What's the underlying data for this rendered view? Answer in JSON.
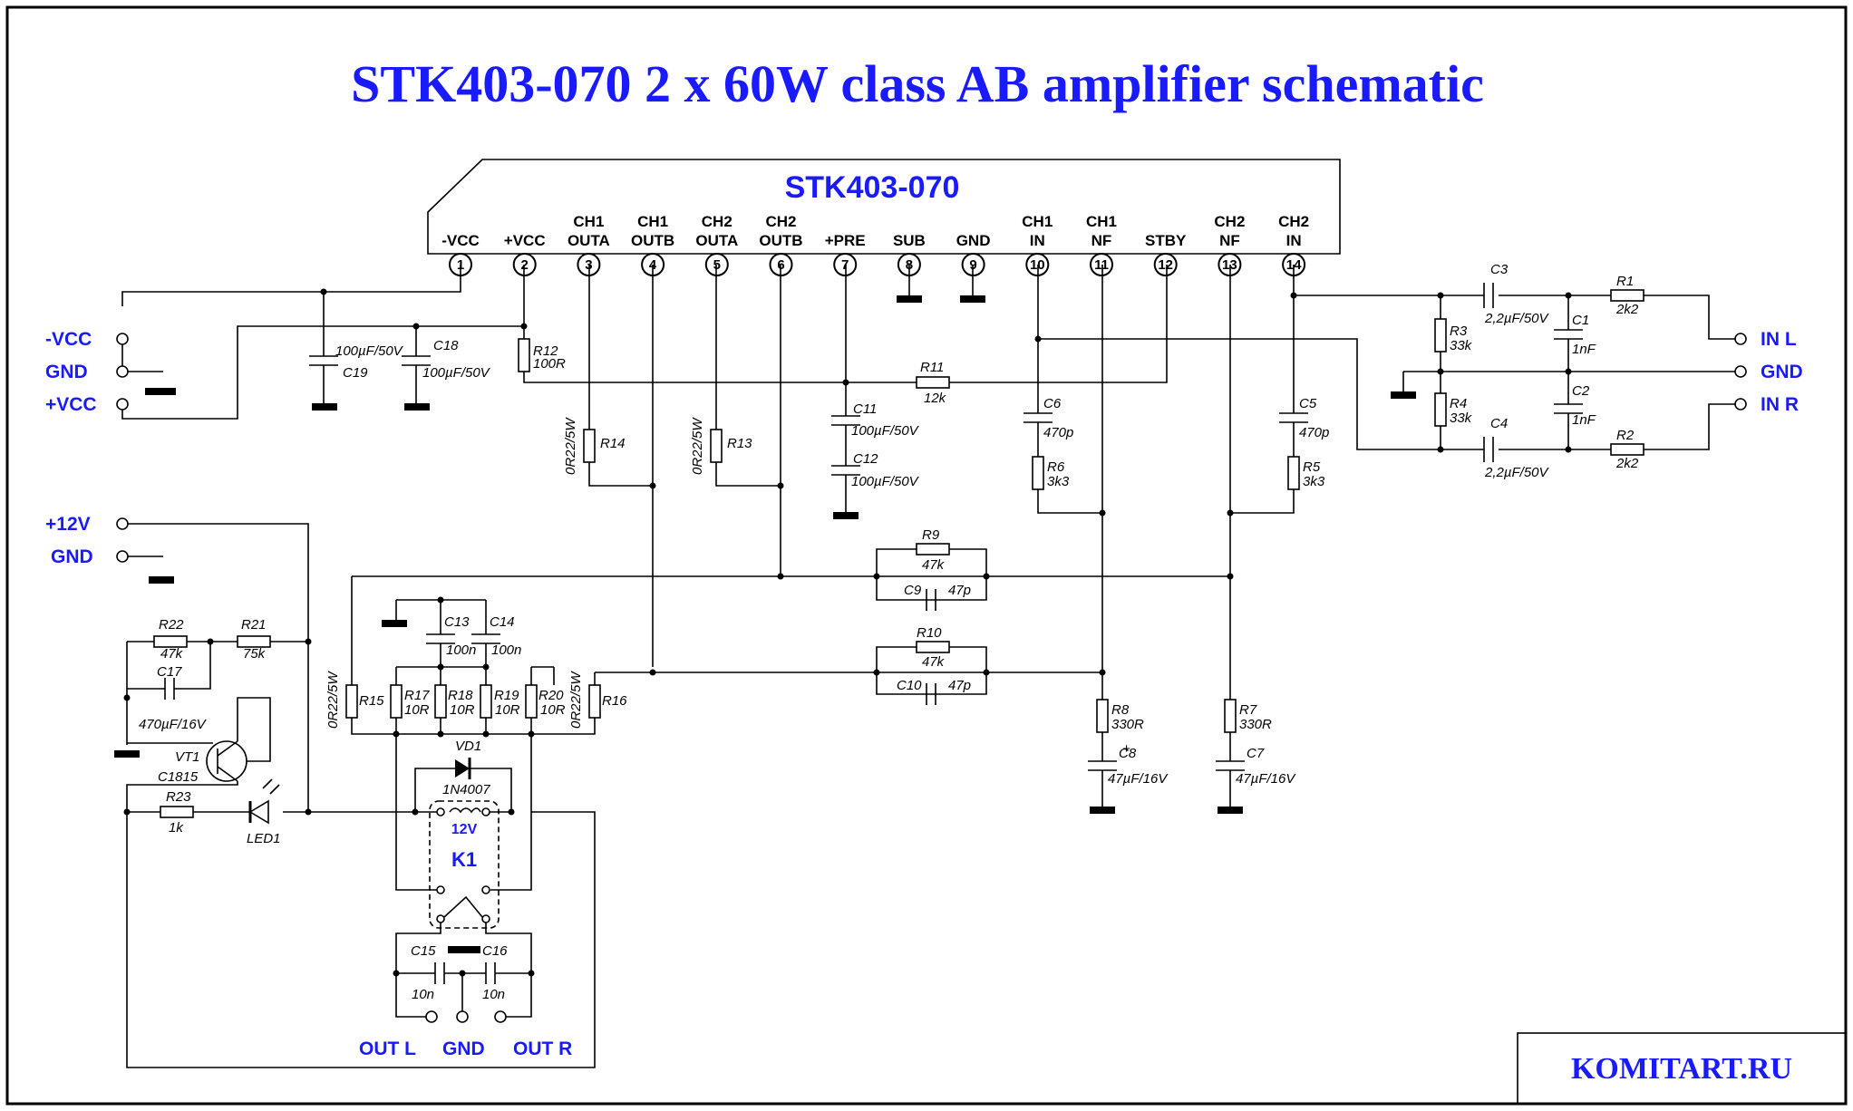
{
  "title": "STK403-070  2 x 60W  class AB  amplifier  schematic",
  "brand": "KOMITART.RU",
  "chip": {
    "name": "STK403-070",
    "pins": [
      {
        "num": "1",
        "l1": "",
        "l2": "-VCC"
      },
      {
        "num": "2",
        "l1": "",
        "l2": "+VCC"
      },
      {
        "num": "3",
        "l1": "CH1",
        "l2": "OUTA"
      },
      {
        "num": "4",
        "l1": "CH1",
        "l2": "OUTB"
      },
      {
        "num": "5",
        "l1": "CH2",
        "l2": "OUTA"
      },
      {
        "num": "6",
        "l1": "CH2",
        "l2": "OUTB"
      },
      {
        "num": "7",
        "l1": "",
        "l2": "+PRE"
      },
      {
        "num": "8",
        "l1": "",
        "l2": "SUB"
      },
      {
        "num": "9",
        "l1": "",
        "l2": "GND"
      },
      {
        "num": "10",
        "l1": "CH1",
        "l2": "IN"
      },
      {
        "num": "11",
        "l1": "CH1",
        "l2": "NF"
      },
      {
        "num": "12",
        "l1": "",
        "l2": "STBY"
      },
      {
        "num": "13",
        "l1": "CH2",
        "l2": "NF"
      },
      {
        "num": "14",
        "l1": "CH2",
        "l2": "IN"
      }
    ]
  },
  "connectors": {
    "neg_vcc": "-VCC",
    "gnd_power": "GND",
    "pos_vcc": "+VCC",
    "plus12": "+12V",
    "gnd_12": "GND",
    "in_l": "IN L",
    "gnd_in": "GND",
    "in_r": "IN R",
    "out_l": "OUT L",
    "gnd_out": "GND",
    "out_r": "OUT R"
  },
  "components": {
    "R1": "R1",
    "R1v": "2k2",
    "R2": "R2",
    "R2v": "2k2",
    "R3": "R3",
    "R3v": "33k",
    "R4": "R4",
    "R4v": "33k",
    "R5": "R5",
    "R5v": "3k3",
    "R6": "R6",
    "R6v": "3k3",
    "R7": "R7",
    "R7v": "330R",
    "R8": "R8",
    "R8v": "330R",
    "R9": "R9",
    "R9v": "47k",
    "R10": "R10",
    "R10v": "47k",
    "R11": "R11",
    "R11v": "12k",
    "R12": "R12",
    "R12v": "100R",
    "R13": "R13",
    "R14": "R14",
    "R15": "R15",
    "R16": "R16",
    "R0R22": "0R22/5W",
    "R17": "R17",
    "R18": "R18",
    "R19": "R19",
    "R20": "R20",
    "R10R": "10R",
    "R21": "R21",
    "R21v": "75k",
    "R22": "R22",
    "R22v": "47k",
    "R23": "R23",
    "R23v": "1k",
    "C1": "C1",
    "C2": "C2",
    "C1nF": "1nF",
    "C3": "C3",
    "C4": "C4",
    "C22u": "2,2µF/50V",
    "C5": "C5",
    "C6": "C6",
    "C470p": "470p",
    "C7": "C7",
    "C8": "C8",
    "C47u": "47µF/16V",
    "C9": "C9",
    "C10": "C10",
    "C47p": "47p",
    "C11": "C11",
    "C12": "C12",
    "C100u": "100µF/50V",
    "C13": "C13",
    "C14": "C14",
    "C100n": "100n",
    "C15": "C15",
    "C16": "C16",
    "C10n": "10n",
    "C17": "C17",
    "C17v": "470µF/16V",
    "C18": "C18",
    "C19": "C19",
    "VT1": "VT1",
    "VT1v": "C1815",
    "VD1": "VD1",
    "VD1v": "1N4007",
    "LED1": "LED1",
    "K1": "K1",
    "K1v": "12V",
    "plus": "+"
  },
  "colors": {
    "accent": "#1a1aff",
    "line": "#000000",
    "background": "#ffffff"
  }
}
